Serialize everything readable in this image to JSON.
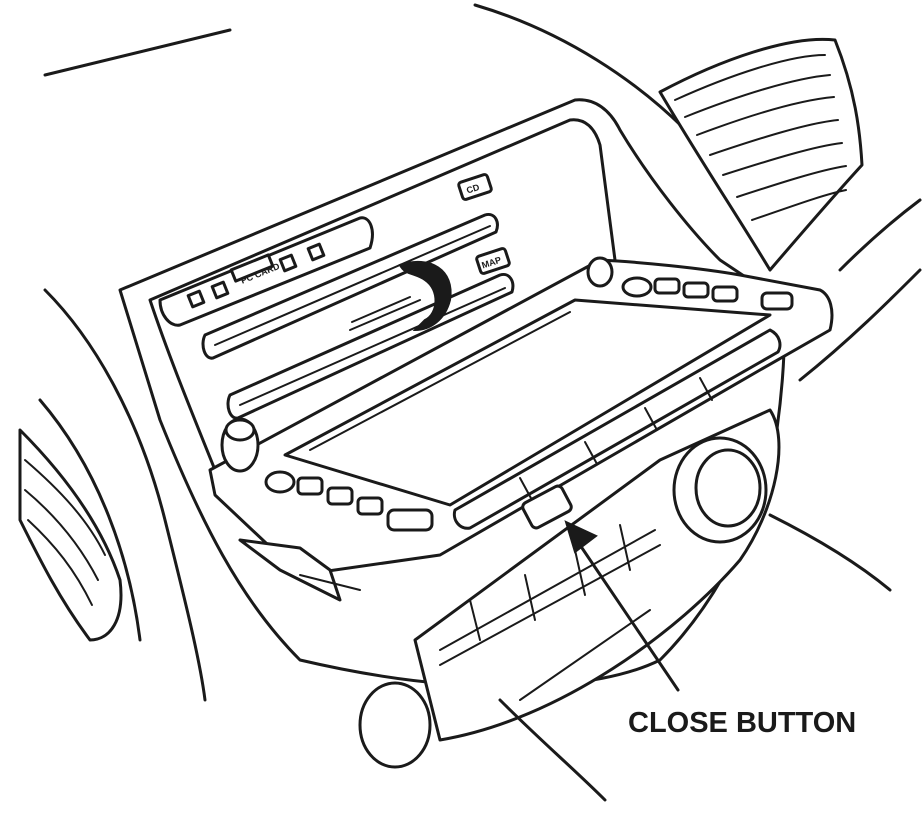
{
  "diagram": {
    "callout_label": "CLOSE BUTTON",
    "panel_labels": {
      "cd": "CD",
      "map": "MAP",
      "card": "PC CARD"
    }
  }
}
